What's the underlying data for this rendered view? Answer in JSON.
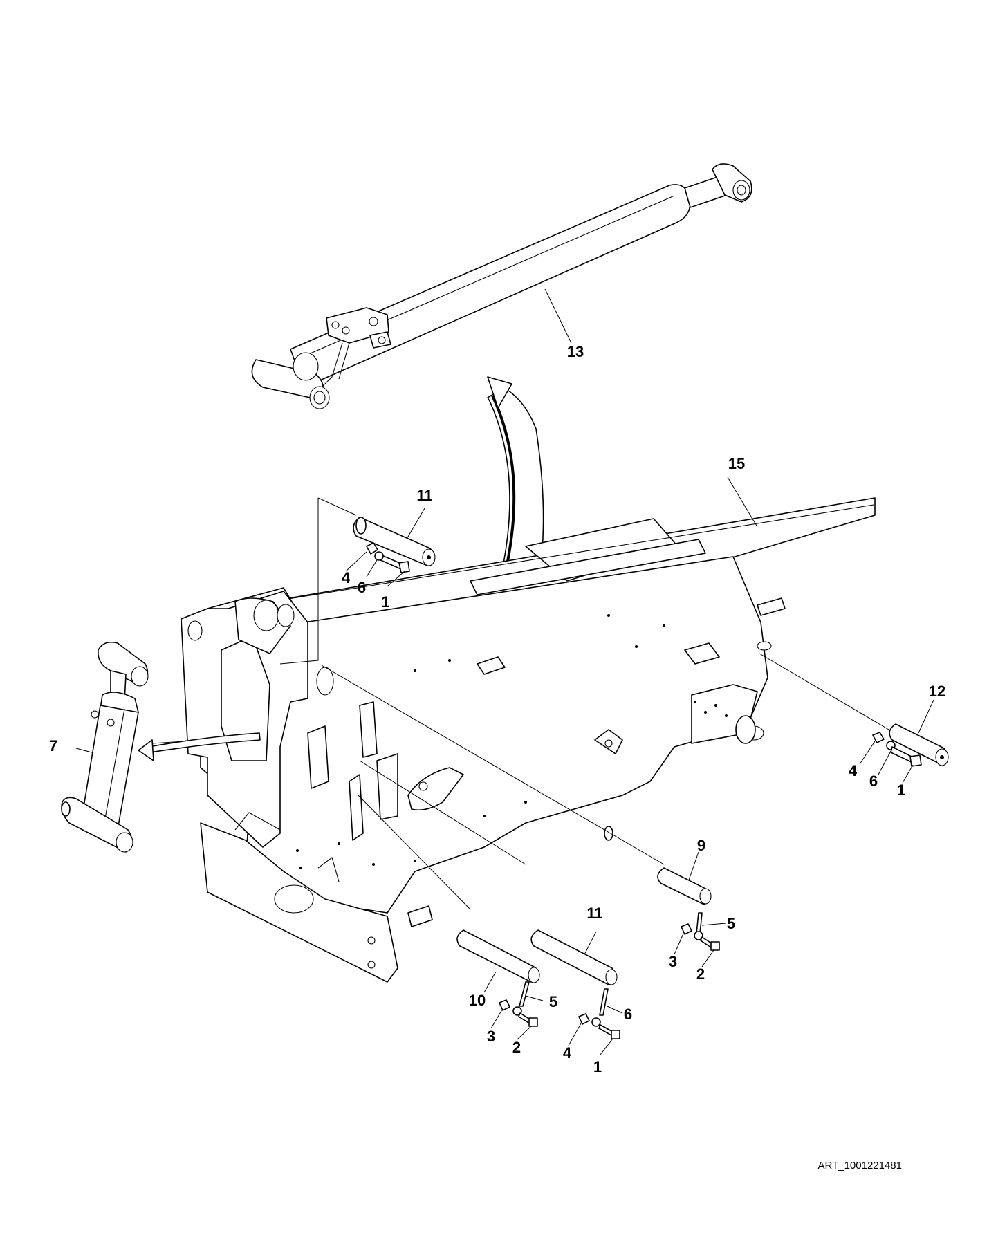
{
  "diagram": {
    "callouts": [
      {
        "id": "c13",
        "label": "13"
      },
      {
        "id": "c15",
        "label": "15"
      },
      {
        "id": "c11a",
        "label": "11"
      },
      {
        "id": "c4a",
        "label": "4"
      },
      {
        "id": "c6a",
        "label": "6"
      },
      {
        "id": "c1a",
        "label": "1"
      },
      {
        "id": "c7",
        "label": "7"
      },
      {
        "id": "c12",
        "label": "12"
      },
      {
        "id": "c4b",
        "label": "4"
      },
      {
        "id": "c6b",
        "label": "6"
      },
      {
        "id": "c1b",
        "label": "1"
      },
      {
        "id": "c9",
        "label": "9"
      },
      {
        "id": "c5a",
        "label": "5"
      },
      {
        "id": "c3a",
        "label": "3"
      },
      {
        "id": "c2a",
        "label": "2"
      },
      {
        "id": "c11b",
        "label": "11"
      },
      {
        "id": "c10",
        "label": "10"
      },
      {
        "id": "c5b",
        "label": "5"
      },
      {
        "id": "c3b",
        "label": "3"
      },
      {
        "id": "c2b",
        "label": "2"
      },
      {
        "id": "c6c",
        "label": "6"
      },
      {
        "id": "c4c",
        "label": "4"
      },
      {
        "id": "c1c",
        "label": "1"
      }
    ],
    "art_id": "ART_1001221481"
  }
}
